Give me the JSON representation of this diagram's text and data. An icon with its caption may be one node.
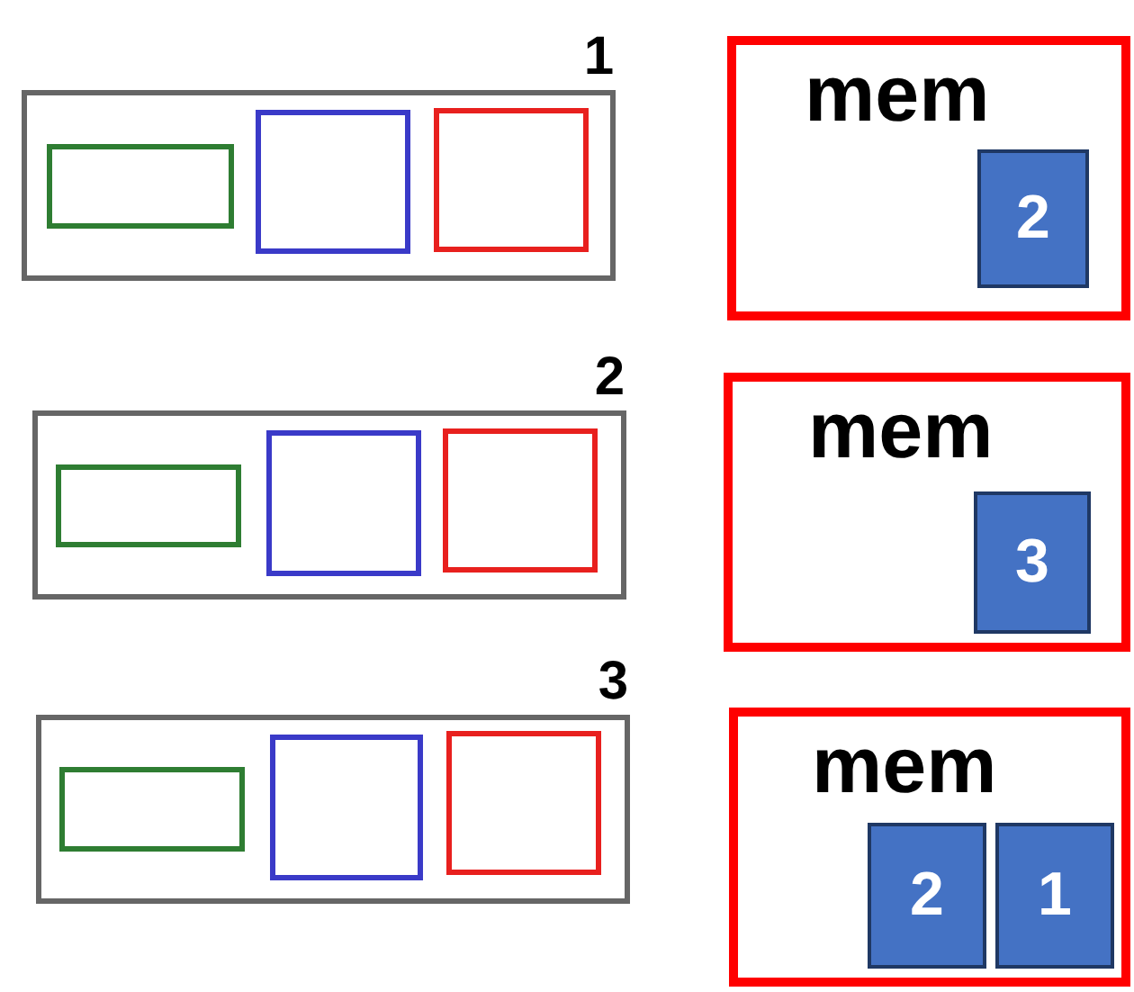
{
  "diagram": {
    "nodes": [
      {
        "text": [
          "1"
        ]
      },
      {
        "text": [],
        "shape": "box",
        "in": 0
      },
      {
        "text": [],
        "shape": "box",
        "in": 0
      },
      {
        "text": [],
        "shape": "box",
        "in": 0
      },
      {
        "text": [
          "mem"
        ]
      },
      {
        "text": [
          "2"
        ],
        "in": 4
      },
      {
        "text": [
          "2"
        ]
      },
      {
        "text": [],
        "shape": "box",
        "in": 6
      },
      {
        "text": [],
        "shape": "box",
        "in": 6
      },
      {
        "text": [],
        "shape": "box",
        "in": 6
      },
      {
        "text": [
          "mem"
        ]
      },
      {
        "text": [
          "3"
        ],
        "in": 10
      },
      {
        "text": [
          "3"
        ]
      },
      {
        "text": [],
        "shape": "box",
        "in": 12
      },
      {
        "text": [],
        "shape": "box",
        "in": 12
      },
      {
        "text": [],
        "shape": "box",
        "in": 12
      },
      {
        "text": [
          "mem"
        ]
      },
      {
        "text": [
          "2"
        ],
        "in": 16
      },
      {
        "text": [
          "1"
        ],
        "in": 16
      }
    ]
  }
}
